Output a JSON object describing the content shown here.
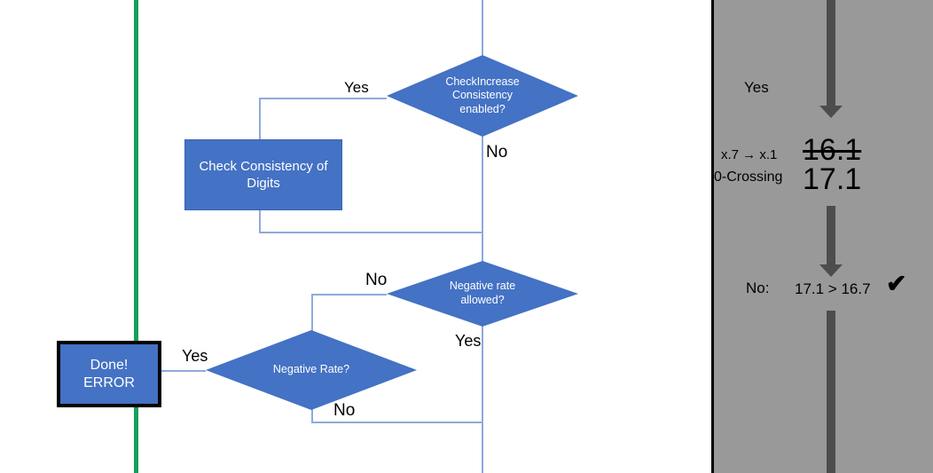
{
  "colors": {
    "shape_fill": "#4472C4",
    "connector": "#8FAADC",
    "divider_green": "#16A05B",
    "panel_background": "#999999",
    "panel_arrow": "#4D4D4D",
    "text_on_shape": "#FFFFFF",
    "label_text": "#000000"
  },
  "flowchart": {
    "nodes": {
      "check_increase_decision": {
        "kind": "decision",
        "lines": [
          "CheckIncrease",
          "Consistency",
          "enabled?"
        ]
      },
      "check_consistency_process": {
        "kind": "process",
        "lines": [
          "Check Consistency",
          "of Digits"
        ]
      },
      "negative_rate_allowed_decision": {
        "kind": "decision",
        "lines": [
          "Negative rate",
          "allowed?"
        ]
      },
      "negative_rate_decision": {
        "kind": "decision",
        "lines": [
          "Negative Rate?"
        ]
      },
      "done_error_terminal": {
        "kind": "terminal",
        "lines": [
          "Done!",
          "ERROR"
        ]
      }
    },
    "edge_labels": {
      "check_increase_yes": "Yes",
      "check_increase_no": "No",
      "negative_rate_allowed_no": "No",
      "negative_rate_allowed_yes": "Yes",
      "negative_rate_yes": "Yes",
      "negative_rate_no": "No"
    }
  },
  "annotation_panel": {
    "yes_label": "Yes",
    "rounding_label": "x.7 → x.1",
    "zero_crossing_label": "0-Crossing",
    "value_struck": "16.1",
    "value_current": "17.1",
    "result_prefix": "No:",
    "result_comparison": "17.1 > 16.7",
    "result_check_icon": "✔"
  }
}
